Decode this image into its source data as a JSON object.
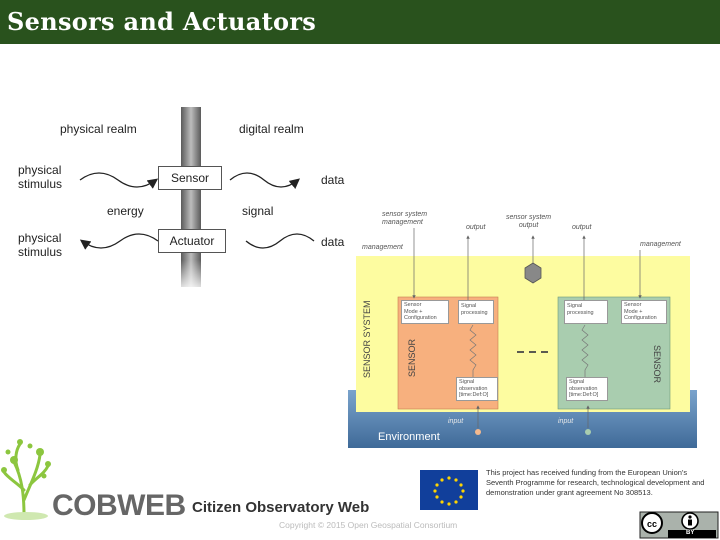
{
  "title": "Sensors and Actuators",
  "colors": {
    "title_bar": "#29521d",
    "yellow": "#fdfca0",
    "orange": "#f7b07e",
    "teal": "#a9cdaf",
    "env_blue": "#5b87b4"
  },
  "left_diagram": {
    "physical_realm": "physical realm",
    "digital_realm": "digital realm",
    "physical_stimulus_top": [
      "physical",
      "stimulus"
    ],
    "physical_stimulus_bottom": [
      "physical",
      "stimulus"
    ],
    "sensor": "Sensor",
    "actuator": "Actuator",
    "energy": "energy",
    "signal": "signal",
    "data_top": "data",
    "data_bottom": "data"
  },
  "right_diagram": {
    "sensor_system_management": [
      "sensor system",
      "management"
    ],
    "output_left": "output",
    "sensor_system_output": [
      "sensor system",
      "output"
    ],
    "output_right": "output",
    "management_left": "management",
    "management_right": "management",
    "sensor_system_label": "SENSOR SYSTEM",
    "sensor_label": "SENSOR",
    "sensor_right_label": "SENSOR",
    "box_sensor_mode": [
      "Sensor",
      "Mode +",
      "Configuration"
    ],
    "box_signal_processing": [
      "Signal",
      "processing"
    ],
    "box_signal_processing_r": [
      "Signal",
      "processing"
    ],
    "box_sensor_mode_r": [
      "Sensor",
      "Mode +",
      "Configuration"
    ],
    "box_signal_obs": [
      "Signal",
      "observation",
      "[time:Def:O]"
    ],
    "box_signal_obs_r": [
      "Signal",
      "observation",
      "[time:Def:O]"
    ],
    "input_left": "input",
    "input_right": "input",
    "environment": "Environment"
  },
  "footer": {
    "logo": "COBWEB",
    "subtitle": "Citizen Observatory Web",
    "copyright": "Copyright © 2015 Open Geospatial Consortium",
    "funding": "This project has received funding from the European Union's Seventh Programme for research, technological development and demonstration under grant agreement No 308513.",
    "cc_label": "BY",
    "icons": [
      "cobweb-tree-logo",
      "eu-flag",
      "cc-icon",
      "attribution-icon"
    ]
  }
}
